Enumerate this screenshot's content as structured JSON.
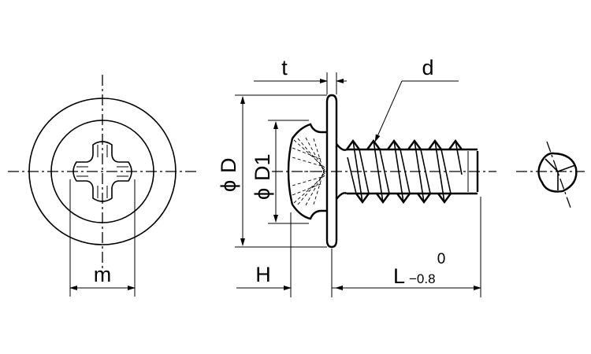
{
  "labels": {
    "m": "m",
    "t": "t",
    "d": "d",
    "phi_D_symbol": "ϕ",
    "phi_D_letter": "D",
    "phi_D1_symbol": "ϕ",
    "phi_D1_letter": "D1",
    "H": "H",
    "L": "L",
    "L_tol_upper": "0",
    "L_tol_lower": "−0.8"
  }
}
